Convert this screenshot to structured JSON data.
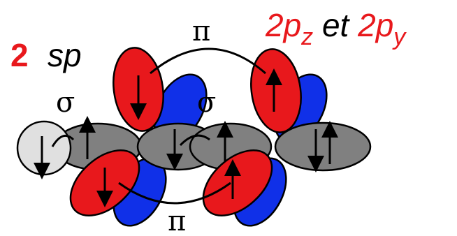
{
  "labels": {
    "sp_number": "2",
    "sp_text": "sp",
    "p_part1": "2p",
    "p_sub1": "z",
    "p_et": " et ",
    "p_part2": "2p",
    "p_sub2": "y",
    "sigma_left": "σ",
    "sigma_right": "σ",
    "pi_top": "π",
    "pi_bottom": "π"
  },
  "colors": {
    "red": "#e8181c",
    "blue": "#1030e8",
    "gray": "#808080",
    "light_gray": "#e0e0e0",
    "outline": "#000000"
  }
}
